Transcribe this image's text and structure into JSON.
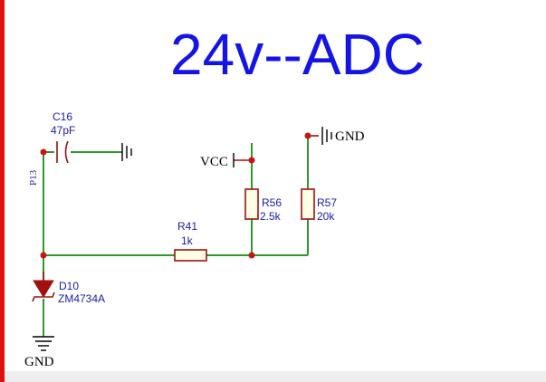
{
  "title": "24v--ADC",
  "net_labels": {
    "port": "P13",
    "vcc": "VCC",
    "gnd_right": "GND",
    "gnd_bottom": "GND"
  },
  "components": {
    "c16": {
      "ref": "C16",
      "value": "47pF"
    },
    "r41": {
      "ref": "R41",
      "value": "1k"
    },
    "r56": {
      "ref": "R56",
      "value": "2.5k"
    },
    "r57": {
      "ref": "R57",
      "value": "20k"
    },
    "d10": {
      "ref": "D10",
      "value": "ZM4734A"
    }
  },
  "colors": {
    "title": "#1414e6",
    "wire": "#2a9a2a",
    "component": "#a01010",
    "junction": "#c81414",
    "border": "#e01010"
  }
}
